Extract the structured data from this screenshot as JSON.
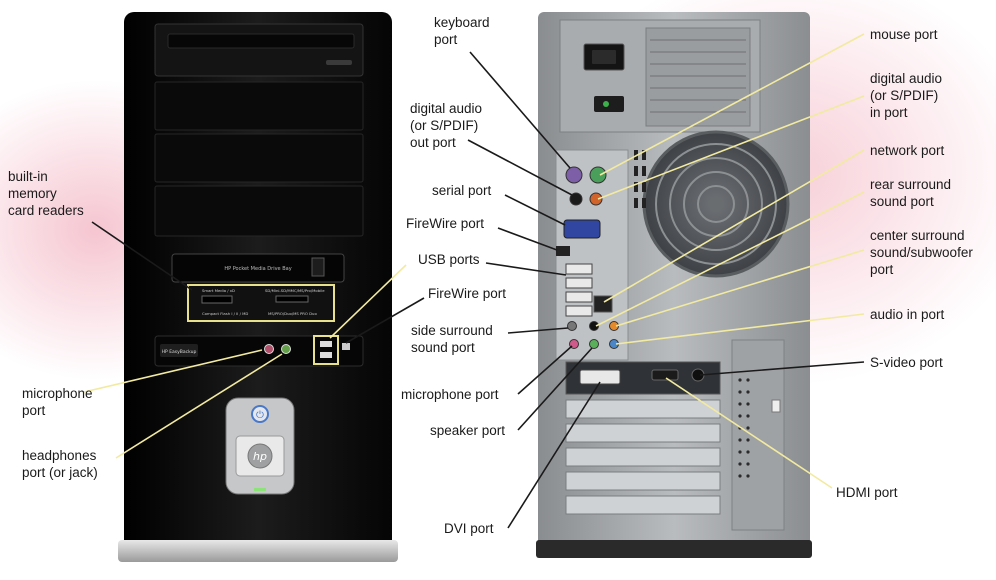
{
  "labels": {
    "memory_card_readers": "built-in\nmemory\ncard readers",
    "microphone_port_front": "microphone\nport",
    "headphones_port": "headphones\nport (or jack)",
    "keyboard_port": "keyboard\nport",
    "digital_audio_out": "digital audio\n(or S/PDIF)\nout port",
    "serial_port": "serial port",
    "firewire_port_back": "FireWire port",
    "usb_ports": "USB ports",
    "firewire_port_front": "FireWire port",
    "side_surround": "side surround\nsound port",
    "microphone_port_back": "microphone port",
    "speaker_port": "speaker port",
    "dvi_port": "DVI port",
    "mouse_port": "mouse port",
    "digital_audio_in": "digital audio\n(or S/PDIF)\nin port",
    "network_port": "network port",
    "rear_surround": "rear surround\nsound port",
    "center_surround": "center surround\nsound/subwoofer\nport",
    "audio_in_port": "audio in port",
    "svideo_port": "S-video port",
    "hdmi_port": "HDMI port"
  },
  "front_panel": {
    "media_drive_label": "HP Pocket Media Drive Bay",
    "card_reader_text_1": "Smart Media / xD",
    "card_reader_text_2": "SD/Mini-SD/MMC/MS/Pro/Mobile",
    "card_reader_text_3": "Compact Flash I / II / MD",
    "card_reader_text_4": "MS/PRO/Duo/MS PRO Duo",
    "easy_backup_label": "HP EasyBackup",
    "logo": "hp"
  },
  "colors": {
    "callout_line": "#f2eaa0",
    "leader_line": "#1a1a1a",
    "tower_front": "#0d0d0d",
    "tower_back": "#9a9da0",
    "highlight_pink": "#ee96aa"
  }
}
